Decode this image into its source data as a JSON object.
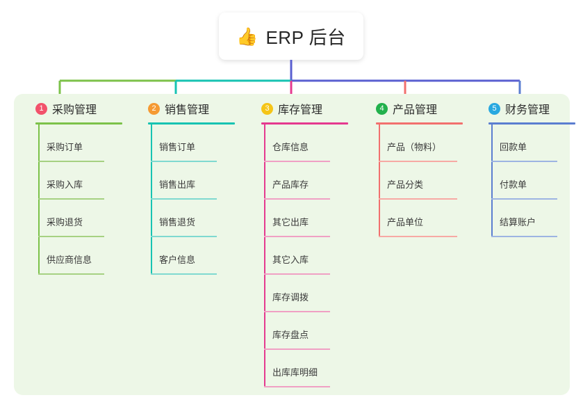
{
  "root": {
    "icon": "thumbs-up-icon",
    "emoji": "👍",
    "title": "ERP 后台"
  },
  "palette": {
    "panel_bg": "#edf7e7",
    "page_bg": "#ffffff",
    "green": "#7cc24a",
    "teal": "#17c3b2",
    "pink": "#e5398f",
    "red": "#f2706e",
    "blue": "#5b7ed0",
    "indigo": "#5a5fd0",
    "badge_1": "#f2526b",
    "badge_2": "#f59a33",
    "badge_3": "#f5c518",
    "badge_4": "#22b14c",
    "badge_5": "#29a8e0"
  },
  "columns": [
    {
      "number": "1",
      "label": "采购管理",
      "badge_color": "#f2526b",
      "line_color": "#7cc24a",
      "leaf_color": "#a6d182",
      "items": [
        "采购订单",
        "采购入库",
        "采购退货",
        "供应商信息"
      ]
    },
    {
      "number": "2",
      "label": "销售管理",
      "badge_color": "#f59a33",
      "line_color": "#17c3b2",
      "leaf_color": "#7fd9d0",
      "items": [
        "销售订单",
        "销售出库",
        "销售退货",
        "客户信息"
      ]
    },
    {
      "number": "3",
      "label": "库存管理",
      "badge_color": "#f5c518",
      "line_color": "#e5398f",
      "leaf_color": "#f0a0c4",
      "items": [
        "仓库信息",
        "产品库存",
        "其它出库",
        "其它入库",
        "库存调拨",
        "库存盘点",
        "出库库明细"
      ]
    },
    {
      "number": "4",
      "label": "产品管理",
      "badge_color": "#22b14c",
      "line_color": "#f2706e",
      "leaf_color": "#f7a9a4",
      "items": [
        "产品（物料）",
        "产品分类",
        "产品单位"
      ]
    },
    {
      "number": "5",
      "label": "财务管理",
      "badge_color": "#29a8e0",
      "line_color": "#5b7ed0",
      "leaf_color": "#9db4e2",
      "items": [
        "回款单",
        "付款单",
        "结算账户"
      ]
    }
  ]
}
